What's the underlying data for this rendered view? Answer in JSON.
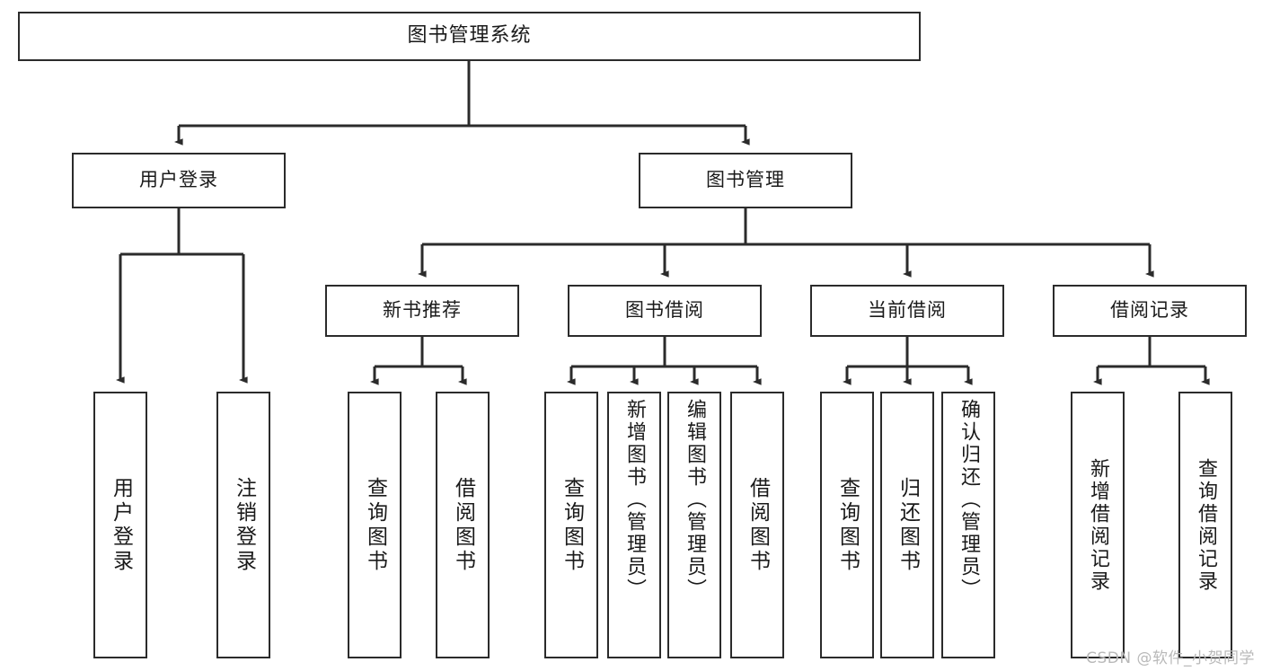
{
  "diagram": {
    "title": "图书管理系统",
    "type": "tree-hierarchy",
    "root": {
      "label": "图书管理系统"
    },
    "level2": [
      {
        "label": "用户登录"
      },
      {
        "label": "图书管理"
      }
    ],
    "level3": [
      {
        "label": "新书推荐"
      },
      {
        "label": "图书借阅"
      },
      {
        "label": "当前借阅"
      },
      {
        "label": "借阅记录"
      }
    ],
    "leaves": {
      "user_login": [
        {
          "label": "用户登录"
        },
        {
          "label": "注销登录"
        }
      ],
      "new_book_recommend": [
        {
          "label": "查询图书"
        },
        {
          "label": "借阅图书"
        }
      ],
      "book_borrow": [
        {
          "label": "查询图书"
        },
        {
          "label": "新增图书（管理员）"
        },
        {
          "label": "编辑图书（管理员）"
        },
        {
          "label": "借阅图书"
        }
      ],
      "current_borrow": [
        {
          "label": "查询图书"
        },
        {
          "label": "归还图书"
        },
        {
          "label": "确认归还（管理员）"
        }
      ],
      "borrow_record": [
        {
          "label": "新增借阅记录"
        },
        {
          "label": "查询借阅记录"
        }
      ]
    }
  },
  "watermark": {
    "text": "CSDN @软件_小贺同学"
  },
  "colors": {
    "border": "#2b2b2b",
    "background": "#ffffff",
    "text": "#1a1a1a",
    "watermark": "#b9b9b9"
  }
}
